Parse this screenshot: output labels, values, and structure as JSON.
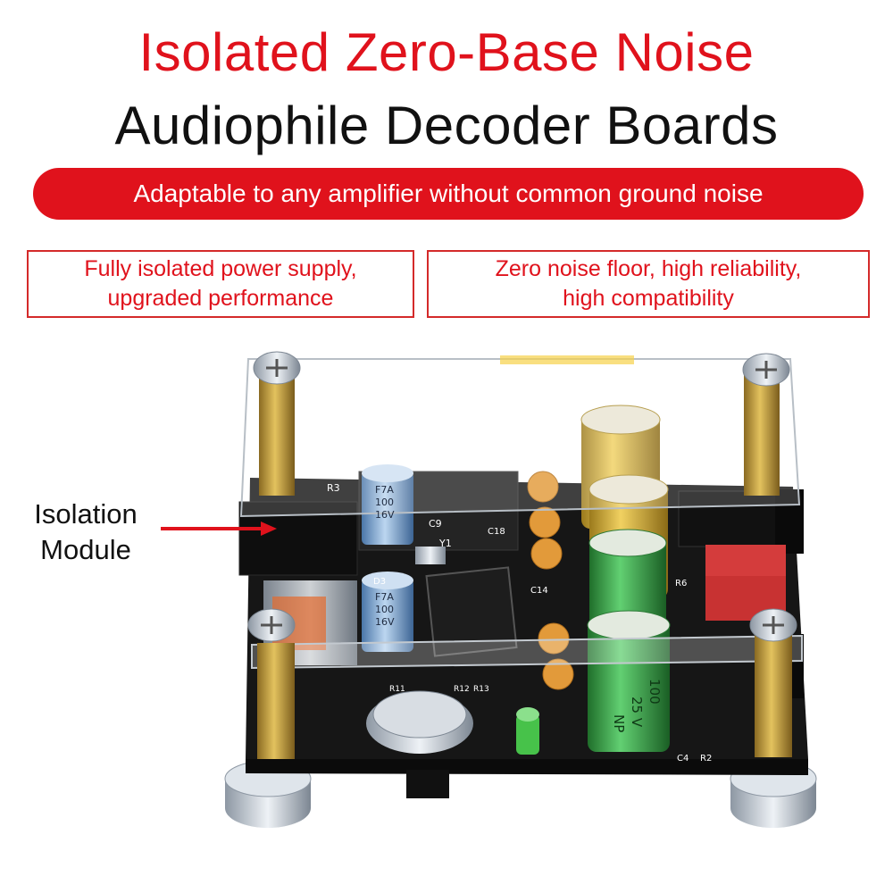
{
  "header": {
    "title_line1": "Isolated Zero-Base Noise",
    "title_line2": "Audiophile Decoder Boards"
  },
  "banner": {
    "text": "Adaptable to any amplifier without common ground noise"
  },
  "features": [
    {
      "line1": "Fully isolated power supply,",
      "line2": "upgraded performance"
    },
    {
      "line1": "Zero noise floor, high reliability,",
      "line2": "high compatibility"
    }
  ],
  "callout": {
    "line1": "Isolation",
    "line2": "Module"
  },
  "board_markings": {
    "cap_1": [
      "F7A",
      "100",
      "16V"
    ],
    "cap_2": [
      "F7A",
      "100",
      "16V"
    ],
    "cap_3": [
      "100",
      "25 V",
      "NP"
    ],
    "silk": [
      "R3",
      "C9",
      "Y1",
      "C18",
      "C14",
      "R6",
      "C4",
      "R2",
      "D3",
      "R11",
      "R12",
      "R13"
    ]
  },
  "colors": {
    "accent": "#e0121c",
    "text": "#111111",
    "pcb": "#161616",
    "brass": "#c9a13e",
    "cap_gold": "#d9b13a",
    "cap_green": "#3aa84a",
    "cap_blue": "#6f9fd0"
  }
}
